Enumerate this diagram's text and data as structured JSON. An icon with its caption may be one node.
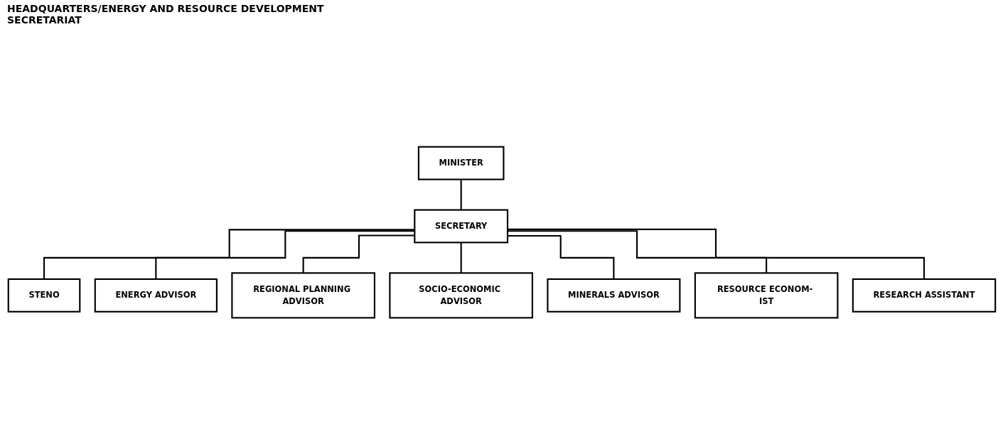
{
  "diagram": {
    "title": "HEADQUARTERS/ENERGY AND RESOURCE DEVELOPMENT SECRETARIAT",
    "nodes": [
      {
        "text": [
          "MINISTER"
        ]
      },
      {
        "text": [
          "SECRETARY"
        ]
      },
      {
        "text": [
          "STENO"
        ]
      },
      {
        "text": [
          "ENERGY ADVISOR"
        ]
      },
      {
        "text": [
          "REGIONAL PLANNING ADVISOR"
        ]
      },
      {
        "text": [
          "SOCIO-ECONOMIC ADVISOR"
        ]
      },
      {
        "text": [
          "MINERALS ADVISOR"
        ]
      },
      {
        "text": [
          "RESOURCE ECONOM- IST"
        ]
      },
      {
        "text": [
          "RESEARCH ASSISTANT"
        ]
      }
    ],
    "edges": [
      {
        "from": 0,
        "to": 1,
        "arrow": "none"
      },
      {
        "from": 1,
        "to": 2,
        "arrow": "none"
      },
      {
        "from": 1,
        "to": 3,
        "arrow": "none"
      },
      {
        "from": 1,
        "to": 4,
        "arrow": "none"
      },
      {
        "from": 1,
        "to": 5,
        "arrow": "none"
      },
      {
        "from": 1,
        "to": 6,
        "arrow": "none"
      },
      {
        "from": 1,
        "to": 7,
        "arrow": "none"
      },
      {
        "from": 1,
        "to": 8,
        "arrow": "none"
      }
    ]
  }
}
